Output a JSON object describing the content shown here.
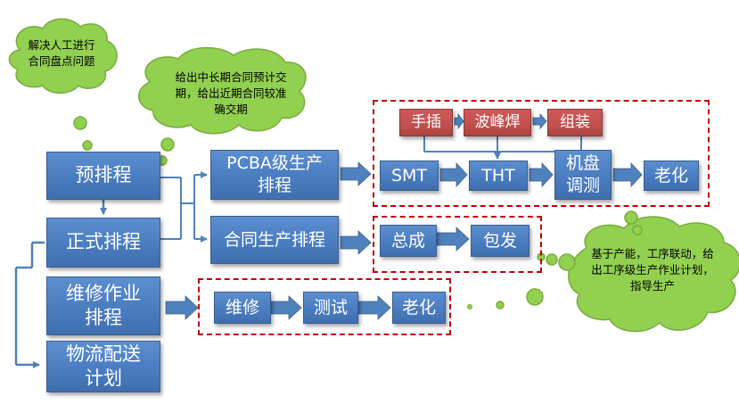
{
  "diagram": {
    "main_steps": {
      "pre_schedule": "预排程",
      "formal_schedule": "正式排程",
      "repair_schedule": "维修作业排程",
      "logistics_plan": "物流配送计划"
    },
    "branches": {
      "pcba_schedule": "PCBA级生产排程",
      "contract_schedule": "合同生产排程"
    },
    "pcba_flow": {
      "manual_insert": "手插",
      "wave_solder": "波峰焊",
      "assembly": "组装",
      "smt": "SMT",
      "tht": "THT",
      "debug": "机盘调测",
      "aging": "老化"
    },
    "contract_flow": {
      "final_assembly": "总成",
      "packing": "包发"
    },
    "repair_flow": {
      "repair": "维修",
      "test": "测试",
      "aging": "老化"
    },
    "callouts": {
      "manual_contract": "解决人工进行合同盘点问题",
      "delivery_dates": "给出中长期合同预计交期，给出近期合同较准确交期",
      "process_plan": "基于产能，工序联动，给出工序级生产作业计划，指导生产"
    },
    "colors": {
      "box_blue": "#4f81bd",
      "box_red": "#c0504d",
      "cloud_green": "#92d050",
      "dashed_frame": "#c00000",
      "arrow_blue": "#4f81bd"
    }
  }
}
